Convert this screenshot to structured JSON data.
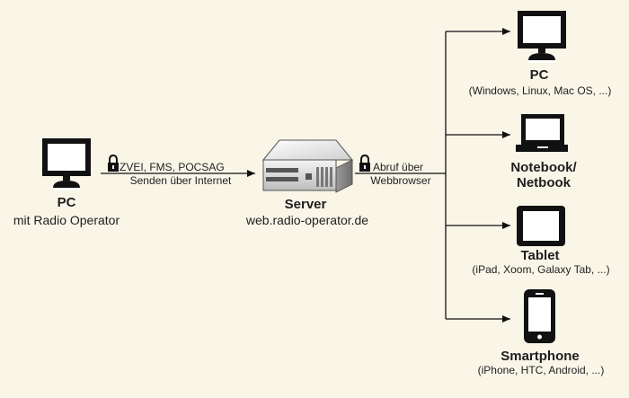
{
  "source_pc": {
    "title": "PC",
    "subtitle": "mit Radio Operator"
  },
  "link_left": {
    "line1": "ZVEI, FMS, POCSAG",
    "line2": "Senden über Internet",
    "icon": "lock-icon"
  },
  "server": {
    "title": "Server",
    "subtitle": "web.radio-operator.de",
    "icon": "server-icon"
  },
  "link_right": {
    "line1": "Abruf über",
    "line2": "Webbrowser",
    "icon": "lock-icon"
  },
  "devices": [
    {
      "title": "PC",
      "subtitle": "(Windows, Linux, Mac OS, ...)",
      "icon": "monitor-icon"
    },
    {
      "title": "Notebook/",
      "title2": "Netbook",
      "icon": "laptop-icon"
    },
    {
      "title": "Tablet",
      "subtitle": "(iPad, Xoom, Galaxy Tab, ...)",
      "icon": "tablet-icon"
    },
    {
      "title": "Smartphone",
      "subtitle": "(iPhone, HTC, Android, ...)",
      "icon": "smartphone-icon"
    }
  ],
  "colors": {
    "background": "#f9f6e8",
    "device_dark": "#111111",
    "line": "#111111"
  }
}
